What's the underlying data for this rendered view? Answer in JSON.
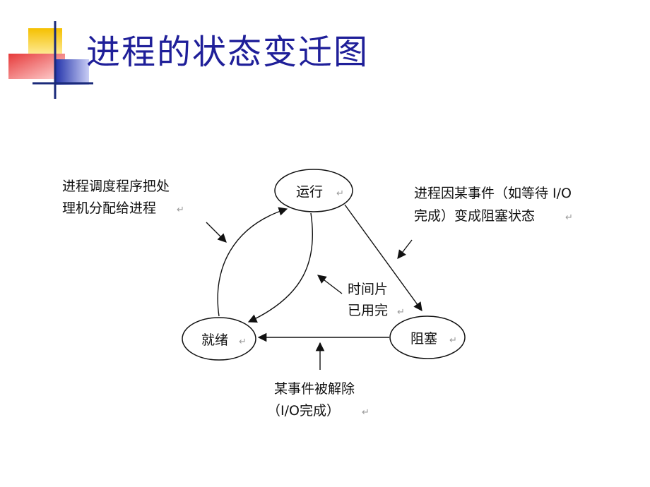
{
  "slide": {
    "title": "进程的状态变迁图",
    "colors": {
      "title": "#1f1f99",
      "deco_yellow": "#f5c000",
      "deco_red": "#e63a3a",
      "deco_blue": "#2233aa"
    }
  },
  "diagram": {
    "states": {
      "running": "运行",
      "ready": "就绪",
      "blocked": "阻塞"
    },
    "transitions": {
      "dispatch": [
        "进程调度程序把处",
        "理机分配给进程"
      ],
      "block": [
        "进程因某事件（如等待 I/O",
        "完成）变成阻塞状态"
      ],
      "timeout": [
        "时间片",
        "已用完"
      ],
      "wakeup": [
        "某事件被解除",
        "（I/O完成）"
      ]
    },
    "paragraph_mark": "↵"
  }
}
